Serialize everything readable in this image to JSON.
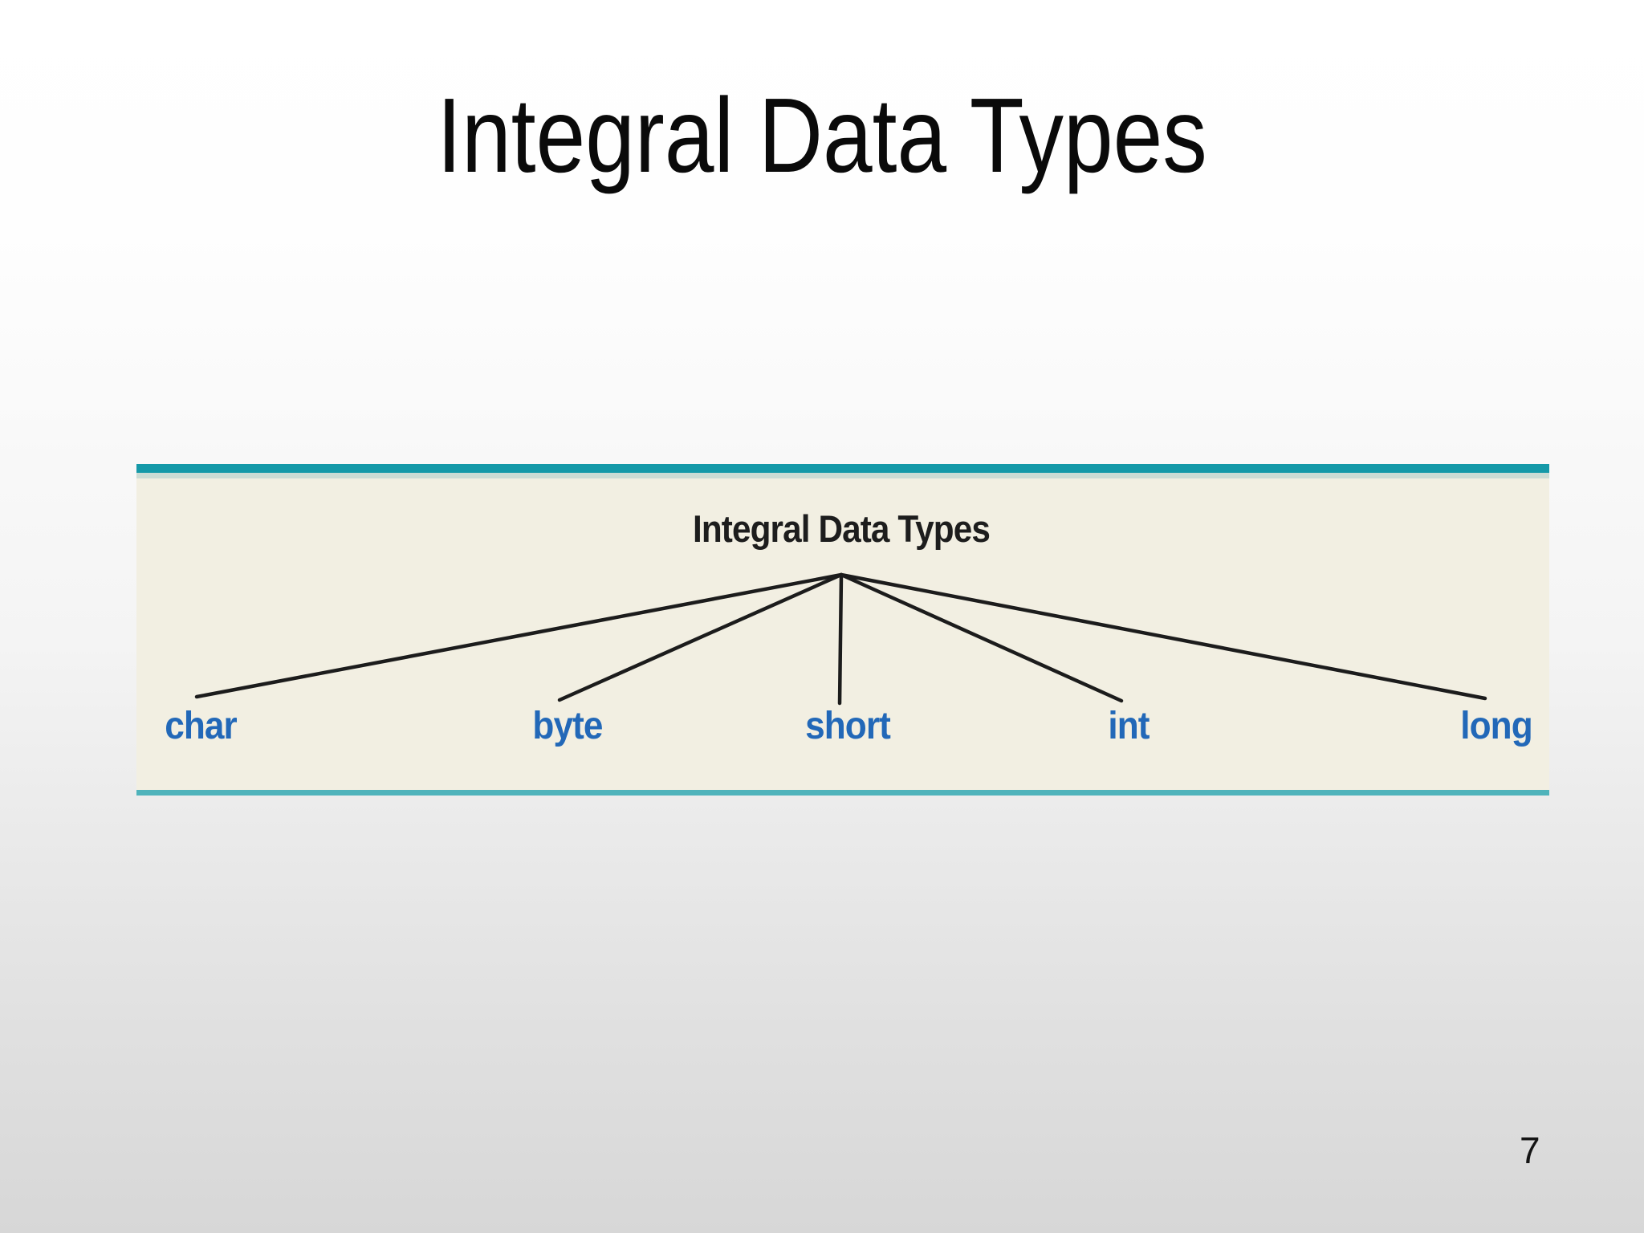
{
  "slide": {
    "title": "Integral Data Types",
    "page_number": "7"
  },
  "diagram": {
    "root_label": "Integral Data Types",
    "nodes": [
      {
        "label": "char"
      },
      {
        "label": "byte"
      },
      {
        "label": "short"
      },
      {
        "label": "int"
      },
      {
        "label": "long"
      }
    ]
  },
  "colors": {
    "title_text": "#0a0a0a",
    "teal_bar": "#1599a8",
    "teal_bar_light": "#ccdcd4",
    "teal_bottom": "#4fb3bb",
    "panel_background": "#f2efe2",
    "node_label_blue": "#2268b8",
    "edge_line": "#1c1c1c"
  }
}
